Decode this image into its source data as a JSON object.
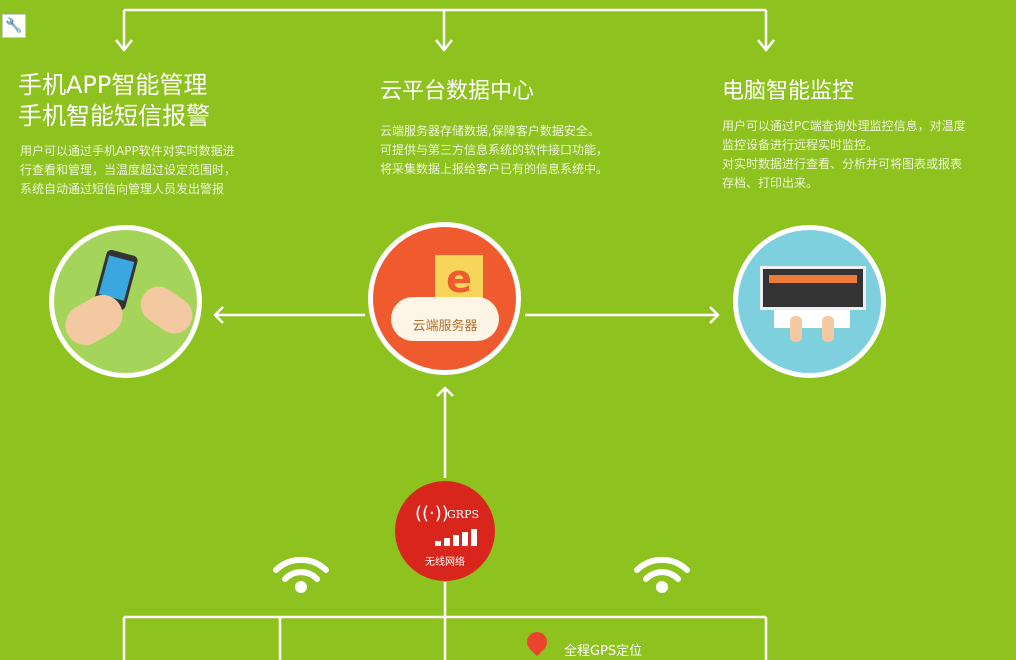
{
  "left": {
    "title1": "手机APP智能管理",
    "title2": "手机智能短信报警",
    "desc": [
      "用户可以通过手机APP软件对实时数据进",
      "行查看和管理，当温度超过设定范围时，",
      "系统自动通过短信向管理人员发出警报"
    ]
  },
  "center": {
    "title": "云平台数据中心",
    "desc": [
      "云端服务器存储数据,保障客户数据安全。",
      "可提供与第三方信息系统的软件接口功能，",
      "将采集数据上报给客户已有的信息系统中。"
    ],
    "server_label": "云端服务器"
  },
  "right": {
    "title": "电脑智能监控",
    "desc": [
      "用户可以通过PC端查询处理监控信息，对温度",
      "监控设备进行远程实时监控。",
      "对实时数据进行查看、分析并可将图表或报表",
      "存档、打印出来。"
    ]
  },
  "grps": {
    "label": "GRPS",
    "sub": "无线网络"
  },
  "gps": {
    "label": "全程GPS定位"
  },
  "colors": {
    "bg": "#8dc21f",
    "red": "#d9261c",
    "orange": "#ef5a2f"
  }
}
